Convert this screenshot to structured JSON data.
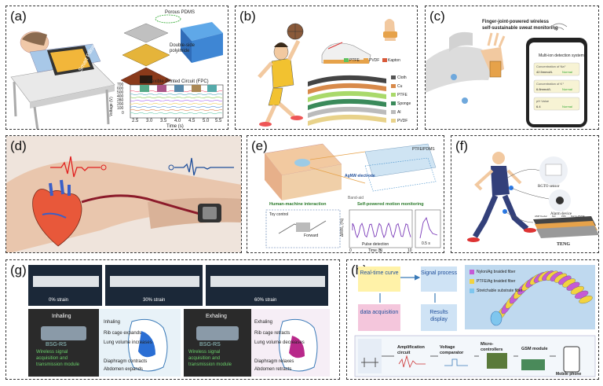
{
  "panels": {
    "a": {
      "label": "(a)",
      "layers": [
        "Porous PDMS",
        "Double-side polyimide",
        "Flexible Printed Circuit (FPC)"
      ],
      "pillow_text": "Smart Pillow",
      "chart": {
        "ylabel": "Voltage (V)",
        "xlabel": "Time (s)",
        "yticks": [
          "700",
          "600",
          "500",
          "400",
          "280",
          "200",
          "100",
          "0"
        ],
        "xticks": [
          "2.5",
          "3.0",
          "3.5",
          "4.0",
          "4.5",
          "5.0",
          "5.5"
        ]
      }
    },
    "b": {
      "label": "(b)",
      "legend": [
        "PTFE",
        "PVDF",
        "Kapton"
      ],
      "layers": [
        "Cloth",
        "Cu",
        "PTFE",
        "Sponge",
        "Al",
        "PVDF"
      ]
    },
    "c": {
      "label": "(c)",
      "title_line1": "Finger-joint-powered wireless",
      "title_line2": "self-sustainable sweat monitoring",
      "phone_title": "Multi-ion detection system",
      "rows": [
        {
          "name": "Concentration of Na⁺",
          "value": "42.5mmol/L",
          "status": "Normal"
        },
        {
          "name": "Concentration of K⁺",
          "value": "6.8mmol/L",
          "status": "Normal"
        },
        {
          "name": "pH Value",
          "value": "6.4",
          "status": "Normal"
        }
      ]
    },
    "d": {
      "label": "(d)"
    },
    "e": {
      "label": "(e)",
      "labels": [
        "PTFE/PDMS",
        "AgNW electrode",
        "Band-aid"
      ],
      "hmi_title": "Human-machine interaction",
      "toy_label": "Toy control",
      "forward_label": "Forward",
      "motion_title": "Self-powered motion monitoring",
      "ylabel": "ΔR/R₀ (%)",
      "xlabel": "Time (s)",
      "xticks": [
        "0",
        "5",
        "10"
      ],
      "pulse_label": "Pulse detection",
      "inset_label": "0.5 s"
    },
    "f": {
      "label": "(f)",
      "rgtd": "RGTO sensor",
      "alarm": "Alarm device",
      "teng": "TENG",
      "layer_legend": [
        "AMP Kevlar",
        "Ni3",
        "PPF",
        "Ni2.2+/PVDF"
      ]
    },
    "g": {
      "label": "(g)",
      "strains": [
        "0% strain",
        "30% strain",
        "60% strain"
      ],
      "left": {
        "state": "Inhaling",
        "device": "BSG-RS",
        "module": [
          "Wireless signal",
          "acquisition and",
          "transmission module"
        ],
        "notes": [
          "Inhaling",
          "Rib cage expands",
          "Lung volume increases",
          "Diaphragm contracts",
          "Abdomen expands"
        ]
      },
      "right": {
        "state": "Exhaling",
        "device": "BSG-RS",
        "module": [
          "Wireless signal",
          "acquisition and",
          "transmission module"
        ],
        "notes": [
          "Exhaling",
          "Rib cage retracts",
          "Lung volume decreases",
          "Diaphragm relaxes",
          "Abdomen retracts"
        ]
      }
    },
    "h": {
      "label": "(h)",
      "flow": [
        "Real-time curve",
        "Signal process",
        "data acquisition",
        "Results display"
      ],
      "fibers": [
        "Nylon/Ag braided fiber",
        "PTFE/Ag braided fiber",
        "Stretchable substrate fiber"
      ],
      "chain": [
        "Amplification circuit",
        "Voltage comparator",
        "Micro-controllers",
        "GSM module",
        "Mobile phone"
      ]
    }
  },
  "colors": {
    "border": "#333333",
    "flow_box": "#fff2a8",
    "flow_box2": "#cfe3f5",
    "flow_box3": "#f4c6dc",
    "fiber_purple": "#c55ad6",
    "fiber_yellow": "#f2d33f",
    "fiber_blue": "#7fc6ee"
  }
}
